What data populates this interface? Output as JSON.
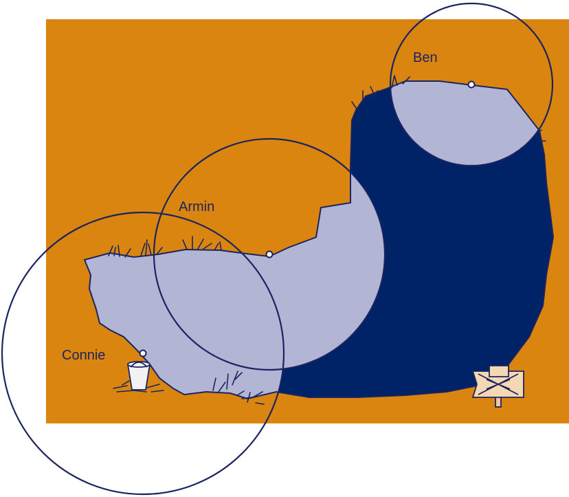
{
  "labels": {
    "ben": "Ben",
    "armin": "Armin",
    "connie": "Connie"
  },
  "icons": {
    "bucket": "bucket-icon",
    "signpost": "signpost-icon"
  },
  "colors": {
    "background_field": "#DA850F",
    "shadow_area": "#002266",
    "covered_area": "#B3B5D5",
    "outline": "#1A2460",
    "page": "#FFFFFF"
  }
}
